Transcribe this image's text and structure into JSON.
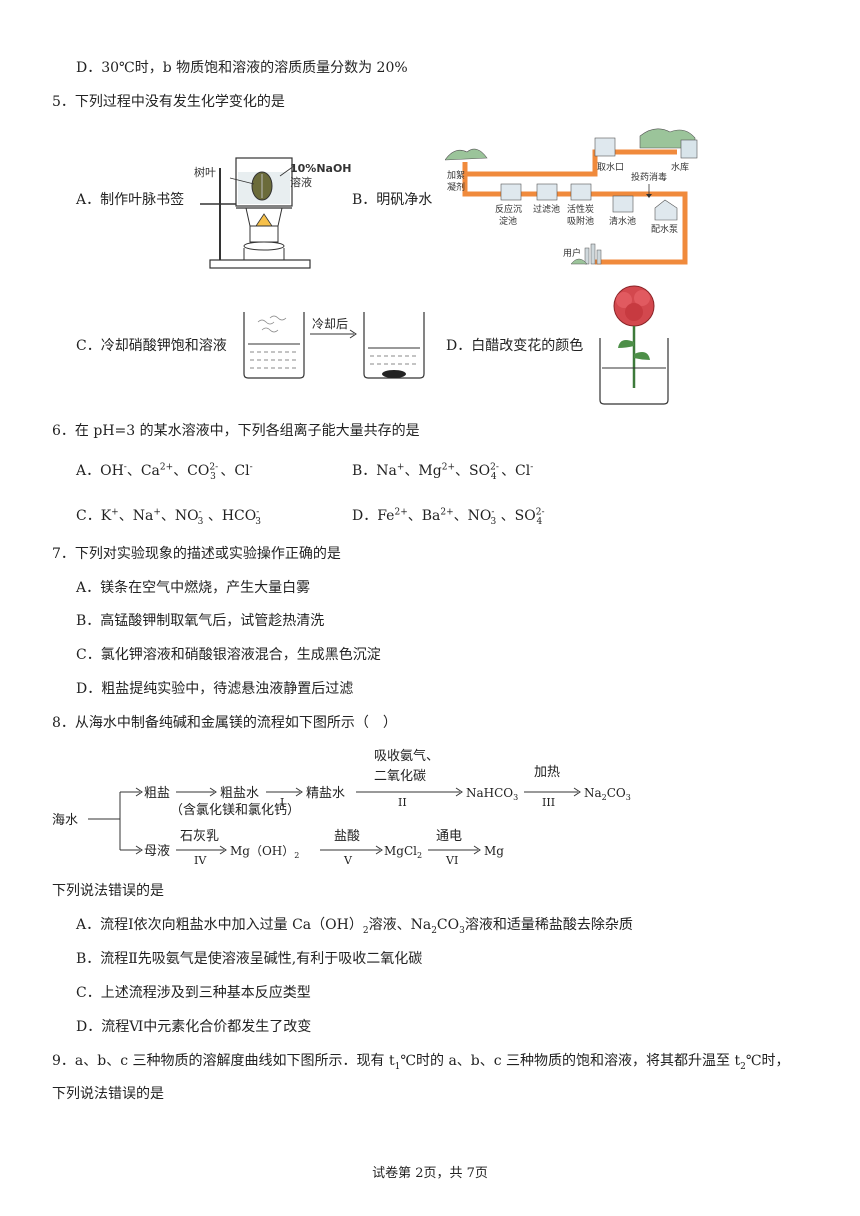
{
  "q4": {
    "optD": "D．30℃时，b 物质饱和溶液的溶质质量分数为 20%"
  },
  "q5": {
    "stem": "5．下列过程中没有发生化学变化的是",
    "optA": "A．制作叶脉书签",
    "optB": "B．明矾净水",
    "optC": "C．冷却硝酸钾饱和溶液",
    "optD": "D．白醋改变花的颜色",
    "figA": {
      "leaf": "树叶",
      "naoh1": "10%NaOH",
      "naoh2": "溶液"
    },
    "figB": {
      "add1": "加絮",
      "add2": "凝剂",
      "intake": "取水口",
      "reservoir": "水库",
      "disinfect": "投药消毒",
      "settle1": "反应沉",
      "settle2": "淀池",
      "filter": "过滤池",
      "carbon1": "活性炭",
      "carbon2": "吸附池",
      "clear": "清水池",
      "pump": "配水泵",
      "user": "用户"
    },
    "figC": {
      "arrow": "冷却后"
    }
  },
  "q6": {
    "stem": "6．在 pH=3 的某水溶液中，下列各组离子能大量共存的是",
    "optA_pre": "A．OH",
    "optA_mid1": "、Ca",
    "optA_mid2": "、CO",
    "optA_mid3": "、Cl",
    "optB_pre": "B．Na",
    "optB_mid1": "、Mg",
    "optB_mid2": "、SO",
    "optB_mid3": "、Cl",
    "optC_pre": "C．K",
    "optC_mid1": "、Na",
    "optC_mid2": "、NO",
    "optC_mid3": "、HCO",
    "optD_pre": "D．Fe",
    "optD_mid1": "、Ba",
    "optD_mid2": "、NO",
    "optD_mid3": "、SO"
  },
  "q7": {
    "stem": "7．下列对实验现象的描述或实验操作正确的是",
    "optA": "A．镁条在空气中燃烧，产生大量白雾",
    "optB": "B．高锰酸钾制取氧气后，试管趁热清洗",
    "optC": "C．氯化钾溶液和硝酸银溶液混合，生成黑色沉淀",
    "optD": "D．粗盐提纯实验中，待滤悬浊液静置后过滤"
  },
  "q8": {
    "stem": "8．从海水中制备纯碱和金属镁的流程如下图所示（　）",
    "flow": {
      "seawater": "海水",
      "crude": "粗盐",
      "crudeWater": "粗盐水",
      "impurity": "（含氯化镁和氯化钙）",
      "fine": "精盐水",
      "absorb1": "吸收氨气、",
      "absorb2": "二氧化碳",
      "nahco3": "NaHCO",
      "heat": "加热",
      "na2co3": "Na",
      "mother": "母液",
      "lime": "石灰乳",
      "mgoh": "Mg（OH）",
      "hcl": "盐酸",
      "mgcl": "MgCl",
      "electric": "通电",
      "mg": "Mg",
      "s1": "I",
      "s2": "II",
      "s3": "III",
      "s4": "IV",
      "s5": "V",
      "s6": "VI"
    },
    "lead": "下列说法错误的是",
    "optA": "A．流程Ⅰ依次向粗盐水中加入过量 Ca（OH）",
    "optA_tail": "溶液、Na",
    "optA_tail2": "溶液和适量稀盐酸去除杂质",
    "optB": "B．流程Ⅱ先吸氨气是使溶液呈碱性,有利于吸收二氧化碳",
    "optC": "C．上述流程涉及到三种基本反应类型",
    "optD": "D．流程Ⅵ中元素化合价都发生了改变"
  },
  "q9": {
    "stem1": "9．a、b、c 三种物质的溶解度曲线如下图所示．现有 t",
    "stem1b": "℃时的 a、b、c 三种物质的饱和溶液，将其都升温至 t",
    "stem1c": "℃时，",
    "stem2": "下列说法错误的是"
  },
  "footer": "试卷第 2页，共 7页"
}
